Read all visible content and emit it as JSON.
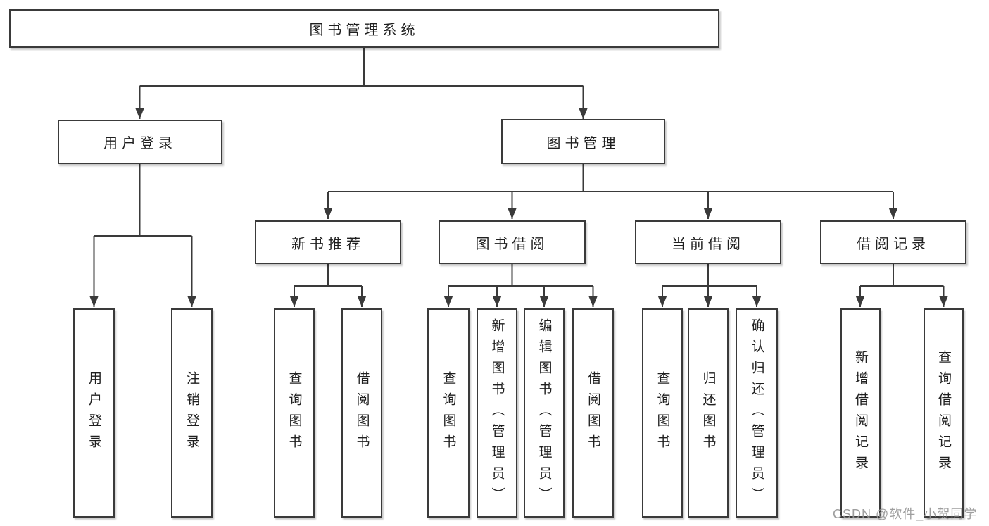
{
  "colors": {
    "line": "#3a3a3a",
    "text": "#1f1f1f",
    "box_background": "#ffffff",
    "watermark": "#969696"
  },
  "watermark": {
    "text": "CSDN @软件_小贺同学"
  },
  "tree": {
    "label": "图书管理系统",
    "children": [
      {
        "label": "用户登录",
        "children": [
          {
            "label": "用户登录"
          },
          {
            "label": "注销登录"
          }
        ]
      },
      {
        "label": "图书管理",
        "children": [
          {
            "label": "新书推荐",
            "children": [
              {
                "label": "查询图书"
              },
              {
                "label": "借阅图书"
              }
            ]
          },
          {
            "label": "图书借阅",
            "children": [
              {
                "label": "查询图书"
              },
              {
                "label": "新增图书（管理员）"
              },
              {
                "label": "编辑图书（管理员）"
              },
              {
                "label": "借阅图书"
              }
            ]
          },
          {
            "label": "当前借阅",
            "children": [
              {
                "label": "查询图书"
              },
              {
                "label": "归还图书"
              },
              {
                "label": "确认归还（管理员）"
              }
            ]
          },
          {
            "label": "借阅记录",
            "children": [
              {
                "label": "新增借阅记录"
              },
              {
                "label": "查询借阅记录"
              }
            ]
          }
        ]
      }
    ]
  }
}
